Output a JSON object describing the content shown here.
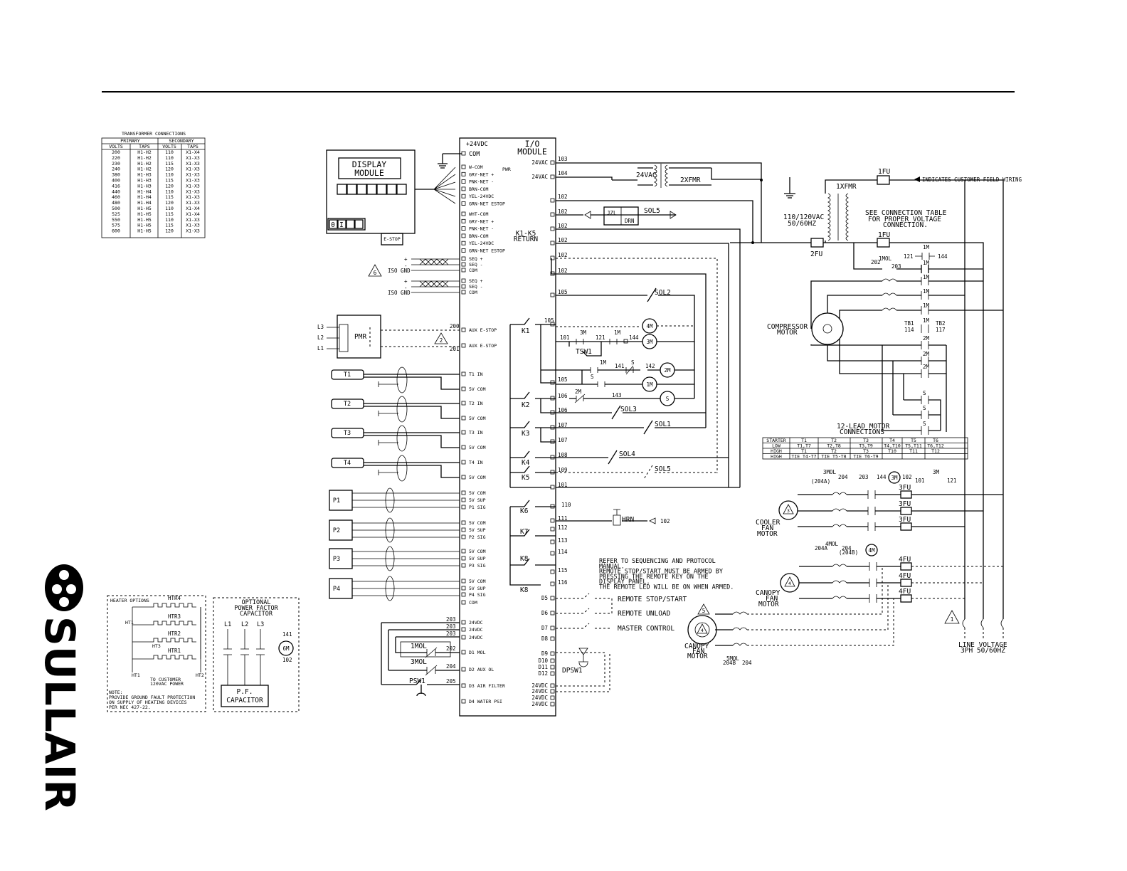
{
  "transformer_table": {
    "title": "TRANSFORMER CONNECTIONS",
    "group_headers": [
      "PRIMARY",
      "SECONDARY"
    ],
    "column_headers": [
      "VOLTS",
      "TAPS",
      "VOLTS",
      "TAPS"
    ],
    "rows": [
      [
        "200",
        "H1-H2",
        "110",
        "X1-X4"
      ],
      [
        "220",
        "H1-H2",
        "110",
        "X1-X3"
      ],
      [
        "230",
        "H1-H2",
        "115",
        "X1-X3"
      ],
      [
        "240",
        "H1-H2",
        "120",
        "X1-X3"
      ],
      [
        "380",
        "H1-H3",
        "110",
        "X1-X3"
      ],
      [
        "400",
        "H1-H3",
        "115",
        "X1-X3"
      ],
      [
        "416",
        "H1-H3",
        "120",
        "X1-X3"
      ],
      [
        "440",
        "H1-H4",
        "110",
        "X1-X3"
      ],
      [
        "460",
        "H1-H4",
        "115",
        "X1-X3"
      ],
      [
        "480",
        "H1-H4",
        "120",
        "X1-X3"
      ],
      [
        "500",
        "H1-H5",
        "110",
        "X1-X4"
      ],
      [
        "525",
        "H1-H5",
        "115",
        "X1-X4"
      ],
      [
        "550",
        "H1-H5",
        "110",
        "X1-X3"
      ],
      [
        "575",
        "H1-H5",
        "115",
        "X1-X3"
      ],
      [
        "600",
        "H1-H5",
        "120",
        "X1-X3"
      ]
    ]
  },
  "display_module": {
    "title_line1": "DISPLAY",
    "title_line2": "MODULE",
    "estop": "E-STOP",
    "buttons": [
      "0",
      "I"
    ]
  },
  "io_module": {
    "title_line1": "I/O",
    "title_line2": "MODULE",
    "top_label": "+24VDC",
    "com": "COM",
    "net1": [
      "W-COM",
      "GRY-NET +",
      "PNK-NET -",
      "BRN-COM",
      "YEL-24VDC",
      "GRN-NET ESTOP"
    ],
    "pwr": "PWR",
    "net2": [
      "WHT-COM",
      "GRY-NET +",
      "PNK-NET -",
      "BRN-COM",
      "YEL-24VDC",
      "GRN-NET ESTOP"
    ],
    "seq1": [
      "SEQ +",
      "SEQ -",
      "COM"
    ],
    "seq2": [
      "SEQ +",
      "SEQ -",
      "COM"
    ],
    "estop_in": [
      "AUX E-STOP",
      "AUX E-STOP"
    ],
    "temp_inputs": [
      "T1 IN",
      "5V COM",
      "T2 IN",
      "5V COM",
      "T3 IN",
      "5V COM",
      "T4 IN",
      "5V COM"
    ],
    "pressure_inputs": [
      "5V COM",
      "5V SUP",
      "P1 SIG",
      "5V COM",
      "5V SUP",
      "P2 SIG",
      "5V COM",
      "5V SUP",
      "P3 SIG",
      "5V COM",
      "5V SUP",
      "P4 SIG",
      "COM"
    ],
    "dc_inputs": [
      "24VDC",
      "24VDC",
      "24VDC",
      "D1 MOL",
      "D2 AUX OL",
      "D3 AIR FILTER",
      "D4 WATER PSI"
    ],
    "right_24vac": [
      "24VAC",
      "24VAC"
    ],
    "return_label1": "K1-K5",
    "return_label2": "RETURN",
    "right_dig": [
      "D5",
      "D6",
      "D7",
      "D8",
      "D9",
      "D10",
      "D11",
      "D12",
      "24VDC",
      "24VDC",
      "24VDC",
      "24VDC"
    ]
  },
  "wire_numbers": {
    "w103": "103",
    "w104": "104",
    "w102": "102",
    "w105": "105",
    "w106": "106",
    "w107": "107",
    "w108": "108",
    "w109": "109",
    "w101": "101",
    "w110": "110",
    "w111": "111",
    "w112": "112",
    "w113": "113",
    "w114": "114",
    "w115": "115",
    "w116": "116",
    "w200": "200",
    "w201": "201",
    "w202": "202",
    "w203": "203",
    "w204": "204",
    "w205": "205",
    "w121": "121",
    "w141": "141",
    "w142": "142",
    "w143": "143",
    "w144": "144"
  },
  "relays": [
    "K1",
    "K2",
    "K3",
    "K4",
    "K5",
    "K6",
    "K7",
    "K8"
  ],
  "components": {
    "sol5": "SOL5",
    "sol2": "SOL2",
    "sol3": "SOL3",
    "sol1": "SOL1",
    "sol4": "SOL4",
    "jzl": "JZL",
    "drn": "DRN",
    "hrn": "HRN",
    "tsw1": "TSW1",
    "psw1": "PSW1",
    "dpsw1": "DPSW1",
    "pmr": "PMR",
    "mol1": "1MOL",
    "mol3": "3MOL",
    "m4": "4M",
    "m3": "3M",
    "m2": "2M",
    "m1": "1M",
    "s": "S",
    "m_small": [
      "3M",
      "1M",
      "S",
      "1M",
      "2M"
    ],
    "xfmr2": "2XFMR",
    "vac24": "24VAC",
    "xfmr1": "1XFMR",
    "fu2": "2FU",
    "fu1": "1FU",
    "fu3": "3FU",
    "fu4": "4FU"
  },
  "sensors": [
    "T1",
    "T2",
    "T3",
    "T4"
  ],
  "pressure_sensors": [
    "P1",
    "P2",
    "P3",
    "P4"
  ],
  "lines": [
    "L1",
    "L2",
    "L3"
  ],
  "notes": {
    "customer_wiring": "INDICATES CUSTOMER FIELD WIRING",
    "supply_line1": "110/120VAC",
    "supply_line2": "50/60HZ",
    "see_table": [
      "SEE CONNECTION TABLE",
      "FOR PROPER VOLTAGE",
      "CONNECTION."
    ],
    "remote": [
      "REFER TO SEQUENCING AND PROTOCOL",
      "MANUAL.",
      "REMOTE STOP/START MUST BE ARMED BY",
      "PRESSING THE REMOTE KEY ON THE",
      "DISPLAY PANEL.",
      "THE REMOTE LED WILL BE ON WHEN ARMED."
    ],
    "remote_stop_start": "REMOTE STOP/START",
    "remote_unload": "REMOTE UNLOAD",
    "master_control": "MASTER CONTROL",
    "iso_gnd": "ISO GND",
    "line_voltage1": "LINE VOLTAGE",
    "line_voltage2": "3PH 50/60HZ"
  },
  "motors": {
    "compressor": [
      "COMPRESSOR",
      "MOTOR"
    ],
    "cooler": [
      "COOLER",
      "FAN",
      "MOTOR"
    ],
    "canopy": [
      "CANOPY",
      "FAN",
      "MOTOR"
    ]
  },
  "motor_table": {
    "title1": "12-LEAD MOTOR",
    "title2": "CONNECTIONS",
    "header": [
      "STARTER",
      "T1",
      "T2",
      "T3",
      "T4",
      "T5",
      "T6"
    ],
    "rows": [
      [
        "LOW",
        "T1,T7",
        "T2,T8",
        "T3,T9",
        "T4,T10",
        "T5,T11",
        "T6,T12"
      ],
      [
        "HIGH",
        "T1",
        "T2",
        "T3",
        "T10",
        "T11",
        "T12"
      ],
      [
        "HIGH",
        "TIE T4-T7",
        "TIE T5-T8",
        "TIE T6-T9",
        "",
        "",
        ""
      ]
    ]
  },
  "heater_box": {
    "title": "HEATER OPTIONS",
    "heaters": [
      "HTR4",
      "HTR3",
      "HTR2",
      "HTR1"
    ],
    "terminals": [
      "HT1",
      "HT2",
      "HT1",
      "HT3",
      "HT1",
      "HT2"
    ],
    "power": [
      "TO CUSTOMER",
      "120VAC POWER"
    ],
    "note": [
      "NOTE:",
      "PROVIDE GROUND FAULT PROTECTION",
      "ON SUPPLY OF HEATING DEVICES",
      "PER NEC 427-22."
    ]
  },
  "pf_box": {
    "title": [
      "OPTIONAL",
      "POWER FACTOR",
      "CAPACITOR"
    ],
    "label": [
      "P.F.",
      "CAPACITOR"
    ],
    "m6": "6M",
    "w141": "141",
    "w102": "102"
  },
  "flags": [
    "6",
    "2",
    "5",
    "1",
    "3",
    "4"
  ],
  "small_labels": {
    "tb1": "TB1",
    "tb2": "TB2",
    "w114": "114",
    "w117": "117",
    "mol3_small": "3MOL",
    "mol4_small": "4MOL",
    "mol5_small": "5MOL",
    "w204a": "(204A)",
    "w204b": "(204B)",
    "w204a2": "204A",
    "w204b2": "204B",
    "w203": "203"
  },
  "logo": "SULLAIR"
}
